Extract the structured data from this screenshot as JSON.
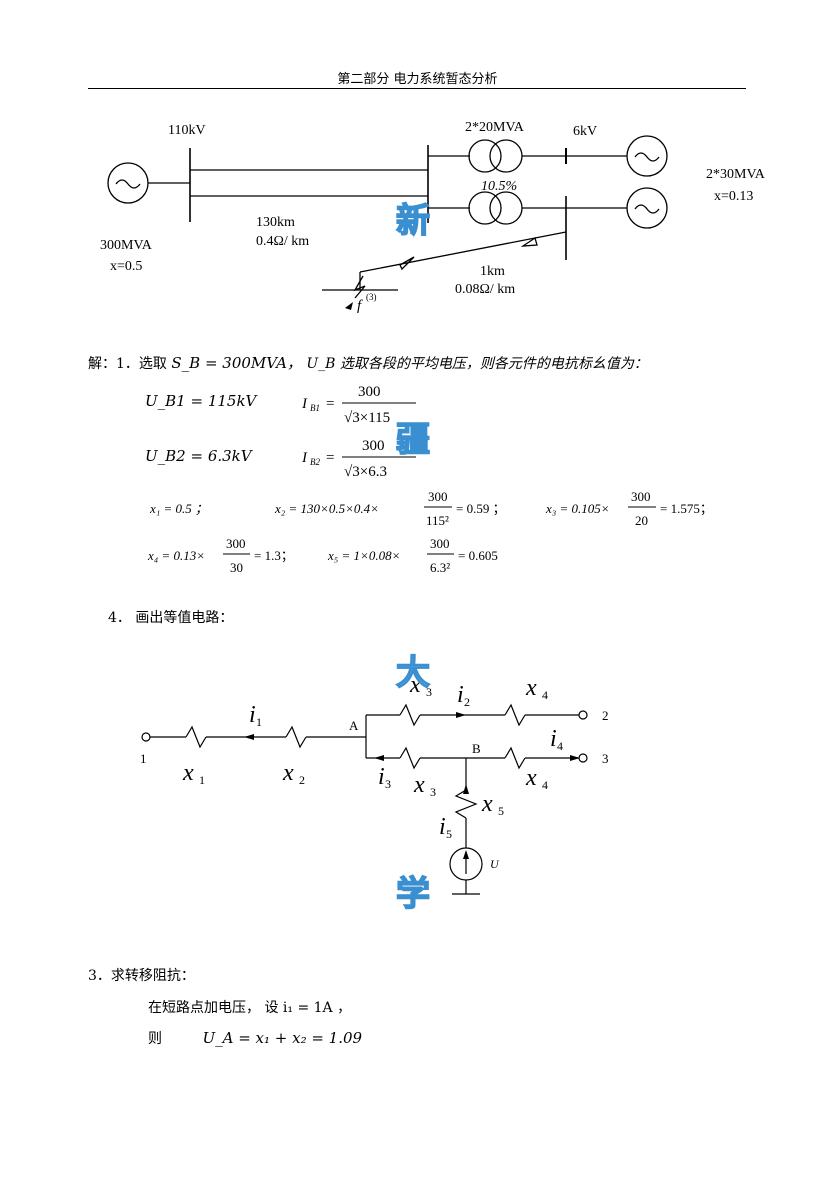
{
  "header": {
    "title": "第二部分 电力系统暂态分析"
  },
  "diagram1": {
    "bus_voltage": "110kV",
    "line_length": "130km",
    "line_reactance": "0.4Ω/ km",
    "source_rating": "300MVA",
    "source_x": "x=0.5",
    "transformer_rating": "2*20MVA",
    "transformer_uk": "10.5%",
    "gen_voltage": "6kV",
    "gen_rating": "2*30MVA",
    "gen_x": "x=0.13",
    "cable_length": "1km",
    "cable_reactance": "0.08Ω/ km",
    "fault_label": "f",
    "fault_sup": "(3)"
  },
  "solution": {
    "intro": "解：1．选取",
    "sb_eq": "S_B = 300MVA，",
    "ub_text": "U_B 选取各段的平均电压，则各元件的电抗标幺值为：",
    "ub1": "U_B1 = 115kV",
    "ib1_num": "300",
    "ib1_den": "√3×115",
    "ub2": "U_B2 = 6.3kV",
    "ib2_num": "300",
    "ib2_den": "√3×6.3",
    "x1": "x₁ = 0.5  ；",
    "x2_pre": "x₂ = 130×0.5×0.4×",
    "x2_num": "300",
    "x2_den": "115²",
    "x2_res": "= 0.59  ；",
    "x3_pre": "x₃ = 0.105×",
    "x3_num": "300",
    "x3_den": "20",
    "x3_res": "= 1.575；",
    "x4_pre": "x₄ = 0.13×",
    "x4_num": "300",
    "x4_den": "30",
    "x4_res": "= 1.3；",
    "x5_pre": "x₅ = 1×0.08×",
    "x5_num": "300",
    "x5_den": "6.3²",
    "x5_res": "= 0.605"
  },
  "step4": {
    "label": "4．  画出等值电路："
  },
  "circuit": {
    "node1": "1",
    "node2": "2",
    "node3": "3",
    "node_a": "A",
    "node_b": "B",
    "x1": "x",
    "x2": "x",
    "x3a": "x",
    "x3b": "x",
    "x4a": "x",
    "x4b": "x",
    "x5": "x",
    "sub1": "1",
    "sub2": "2",
    "sub3": "3",
    "sub4": "4",
    "sub5": "5",
    "i1": "i",
    "i2": "i",
    "i3": "i",
    "i4": "i",
    "i5": "i",
    "source_u": "U"
  },
  "step3": {
    "label": "3．求转移阻抗：",
    "line1": "在短路点加电压，  设  i₁ = 1A ，",
    "line2_pre": "则",
    "line2_eq": "U_A = x₁ + x₂ = 1.09"
  },
  "watermark": {
    "c1": "新",
    "c2": "疆",
    "c3": "大",
    "c4": "学"
  }
}
